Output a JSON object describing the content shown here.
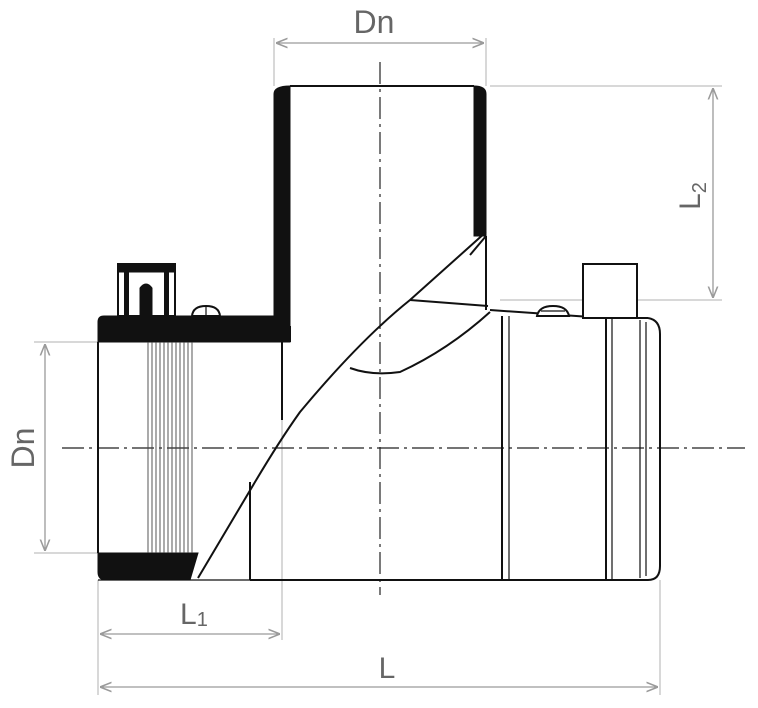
{
  "labels": {
    "dn_top": "Dn",
    "dn_left": "Dn",
    "l1_base": "L",
    "l1_sub": "1",
    "l2_base": "L",
    "l2_sub": "2",
    "l_total": "L"
  },
  "colors": {
    "line": "#111111",
    "dimension": "#9a9a9a",
    "label": "#666666"
  }
}
